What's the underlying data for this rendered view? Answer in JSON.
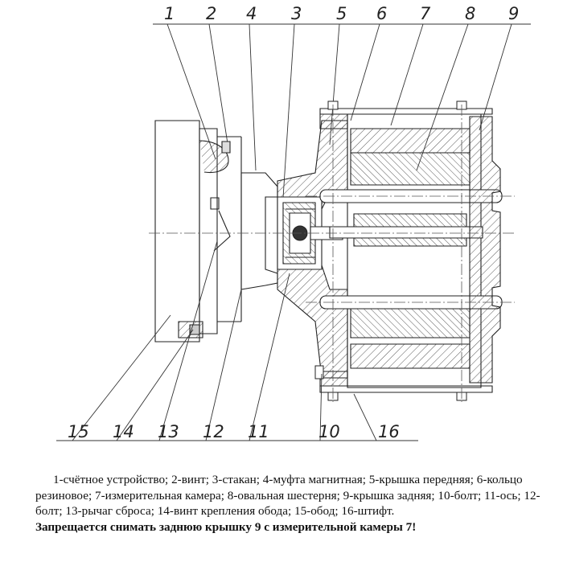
{
  "callouts_top": [
    "1",
    "2",
    "4",
    "3",
    "5",
    "6",
    "7",
    "8",
    "9"
  ],
  "callouts_bottom": [
    "15",
    "14",
    "13",
    "12",
    "11",
    "10",
    "16"
  ],
  "legend": "1-счётное устройство; 2-винт; 3-стакан; 4-муфта магнитная; 5-крышка передняя; 6-кольцо резиновое; 7-измерительная камера; 8-овальная шестерня; 9-крышка задняя; 10-болт; 11-ось; 12-болт; 13-рычаг сброса; 14-винт крепления обода; 15-обод; 16-штифт.",
  "warning": "Запрещается снимать заднюю крышку 9 с измерительной камеры 7!"
}
